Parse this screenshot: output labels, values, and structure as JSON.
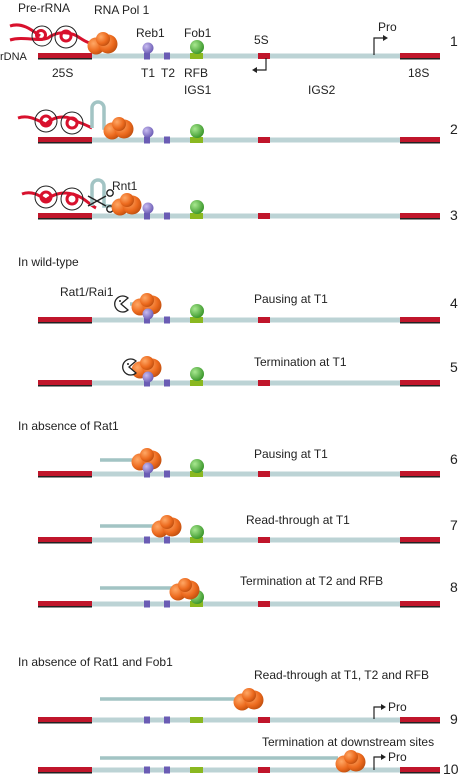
{
  "labels": {
    "pre_rrna": "Pre-rRNA",
    "rna_pol1": "RNA Pol 1",
    "reb1": "Reb1",
    "fob1": "Fob1",
    "five_s": "5S",
    "pro": "Pro",
    "rdna": "rDNA",
    "s25": "25S",
    "t1": "T1",
    "t2": "T2",
    "rfb": "RFB",
    "igs1": "IGS1",
    "igs2": "IGS2",
    "s18": "18S",
    "rnt1": "Rnt1",
    "rat1_rai1": "Rat1/Rai1"
  },
  "sections": {
    "wild_type": "In wild-type",
    "absence_rat1": "In absence of Rat1",
    "absence_rat1_fob1": "In absence of Rat1 and Fob1"
  },
  "rows": [
    {
      "number": "1",
      "caption": ""
    },
    {
      "number": "2",
      "caption": ""
    },
    {
      "number": "3",
      "caption": ""
    },
    {
      "number": "4",
      "caption": "Pausing at T1"
    },
    {
      "number": "5",
      "caption": "Termination at T1"
    },
    {
      "number": "6",
      "caption": "Pausing at T1"
    },
    {
      "number": "7",
      "caption": "Read-through at T1"
    },
    {
      "number": "8",
      "caption": "Termination at T2 and RFB"
    },
    {
      "number": "9",
      "caption": "Read-through at T1, T2 and RFB"
    },
    {
      "number": "10",
      "caption": "Termination at downstream sites"
    }
  ],
  "colors": {
    "dna": "#bcd3d5",
    "rrna_region": "#c0162b",
    "pol": "#e8641e",
    "reb1": "#8878c8",
    "fob1": "#56b23e",
    "rfb_mark": "#8ab820",
    "transcript_red": "#d8112d",
    "transcript_teal": "#a2c4c4",
    "t_site": "#6a5cb4"
  }
}
